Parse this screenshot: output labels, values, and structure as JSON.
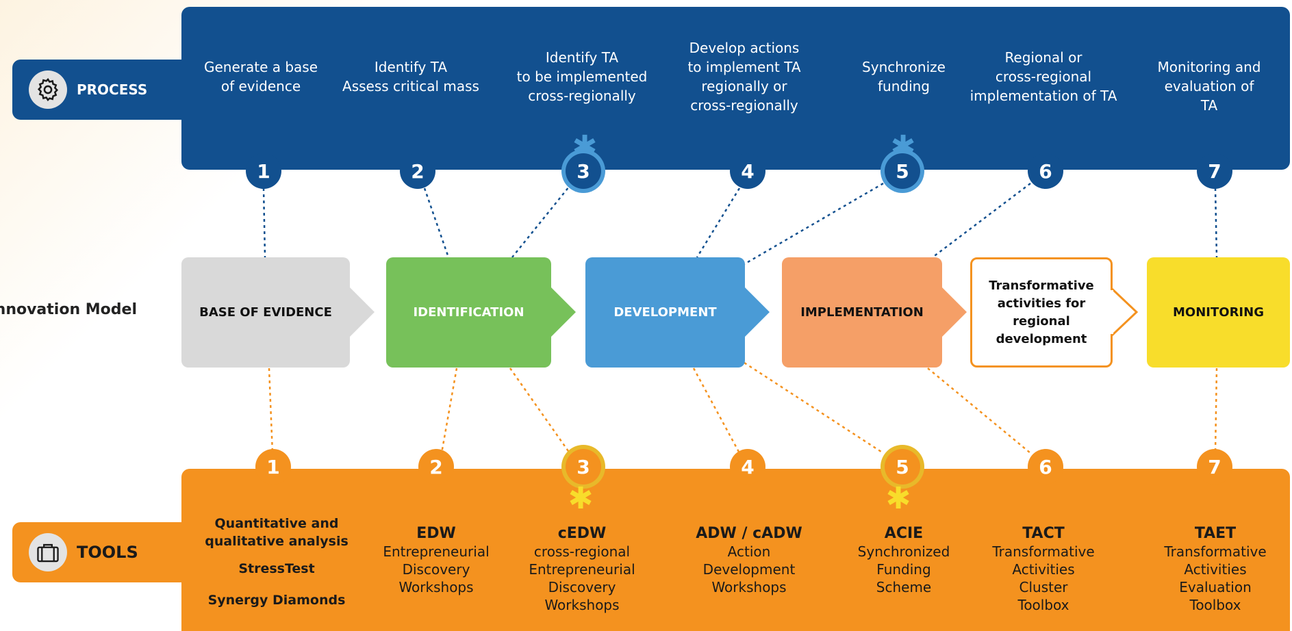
{
  "model_label": "Innovation Model",
  "process": {
    "label": "PROCESS",
    "icon": "gear-icon",
    "steps": [
      {
        "number": "1",
        "text": "Generate a base\nof evidence"
      },
      {
        "number": "2",
        "text": "Identify TA\nAssess critical mass"
      },
      {
        "number": "3",
        "text": "Identify TA\nto be implemented\ncross-regionally"
      },
      {
        "number": "4",
        "text": "Develop actions\nto implement TA\nregionally or\ncross-regionally"
      },
      {
        "number": "5",
        "text": "Synchronize\nfunding"
      },
      {
        "number": "6",
        "text": "Regional or\ncross-regional\nimplementation of TA"
      },
      {
        "number": "7",
        "text": "Monitoring and\nevaluation of\nTA"
      }
    ],
    "asterisk": "✱"
  },
  "stages": [
    {
      "label": "BASE OF EVIDENCE",
      "color": "#d9d9d9"
    },
    {
      "label": "IDENTIFICATION",
      "color": "#77c15a"
    },
    {
      "label": "DEVELOPMENT",
      "color": "#4a9bd6"
    },
    {
      "label": "IMPLEMENTATION",
      "color": "#f59f67"
    },
    {
      "label": "Transformative activities for regional development",
      "color": "#ffffff"
    },
    {
      "label": "MONITORING",
      "color": "#f8dd2b"
    }
  ],
  "tools": {
    "label": "TOOLS",
    "icon": "briefcase-icon",
    "steps": [
      {
        "number": "1",
        "lines": [
          "Quantitative and qualitative analysis",
          "StressTest",
          "Synergy Diamonds"
        ]
      },
      {
        "number": "2",
        "title": "EDW",
        "desc": "Entrepreneurial\nDiscovery\nWorkshops"
      },
      {
        "number": "3",
        "title": "cEDW",
        "desc": "cross-regional\nEntrepreneurial\nDiscovery\nWorkshops"
      },
      {
        "number": "4",
        "title": "ADW / cADW",
        "desc": "Action\nDevelopment\nWorkshops"
      },
      {
        "number": "5",
        "title": "ACIE",
        "desc": "Synchronized\nFunding\nScheme"
      },
      {
        "number": "6",
        "title": "TACT",
        "desc": "Transformative\nActivities\nCluster\nToolbox"
      },
      {
        "number": "7",
        "title": "TAET",
        "desc": "Transformative\nActivities\nEvaluation\nToolbox"
      }
    ],
    "asterisk": "✱"
  },
  "colors": {
    "process_blue": "#12508f",
    "tools_orange": "#f4921f",
    "ring_blue": "#4a9bd6",
    "ring_yellow": "#e8b92a"
  }
}
